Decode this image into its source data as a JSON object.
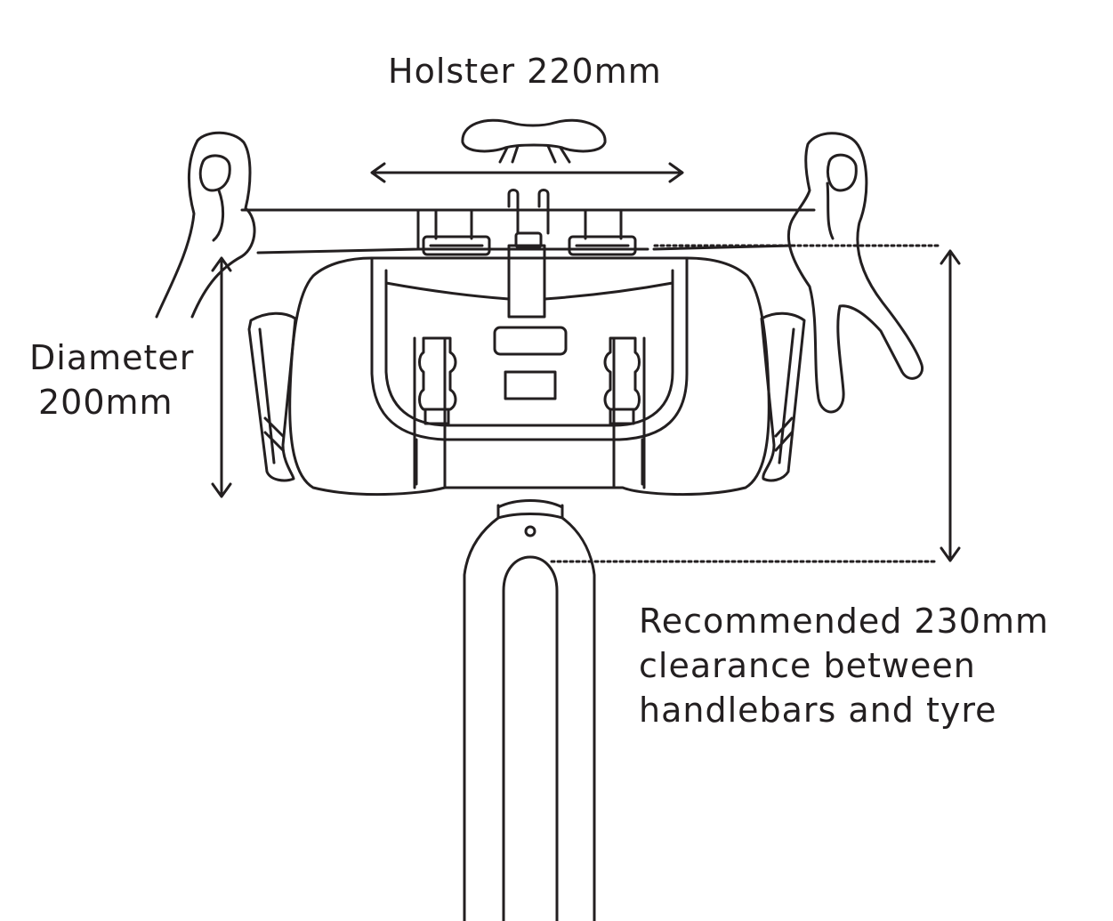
{
  "labels": {
    "holster": "Holster 220mm",
    "diameter": [
      "Diameter",
      "200mm"
    ],
    "clearance": [
      "Recommended 230mm",
      "clearance between",
      "handlebars and tyre"
    ]
  },
  "colors": {
    "stroke": "#231f20",
    "background": "#ffffff"
  },
  "icons": [
    "saddle-icon",
    "handlebar-icon",
    "brake-lever-icon",
    "handlebar-bag-icon",
    "buckle-icon",
    "fork-icon"
  ]
}
